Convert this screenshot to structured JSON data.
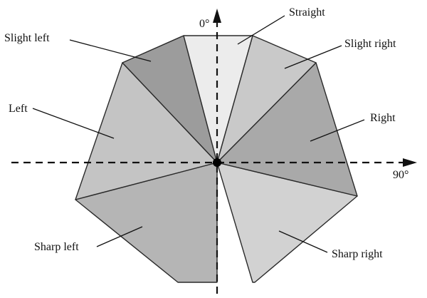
{
  "axes": {
    "vertical_label": "0°",
    "horizontal_label": "90°"
  },
  "sectors": [
    {
      "key": "straight",
      "label": "Straight",
      "color": "#ececec"
    },
    {
      "key": "slight_right",
      "label": "Slight right",
      "color": "#c9c9c9"
    },
    {
      "key": "right",
      "label": "Right",
      "color": "#a9a9a9"
    },
    {
      "key": "sharp_right",
      "label": "Sharp right",
      "color": "#d2d2d2"
    },
    {
      "key": "sharp_left",
      "label": "Sharp left",
      "color": "#b5b5b5"
    },
    {
      "key": "left",
      "label": "Left",
      "color": "#c4c4c4"
    },
    {
      "key": "slight_left",
      "label": "Slight left",
      "color": "#9c9c9c"
    }
  ]
}
